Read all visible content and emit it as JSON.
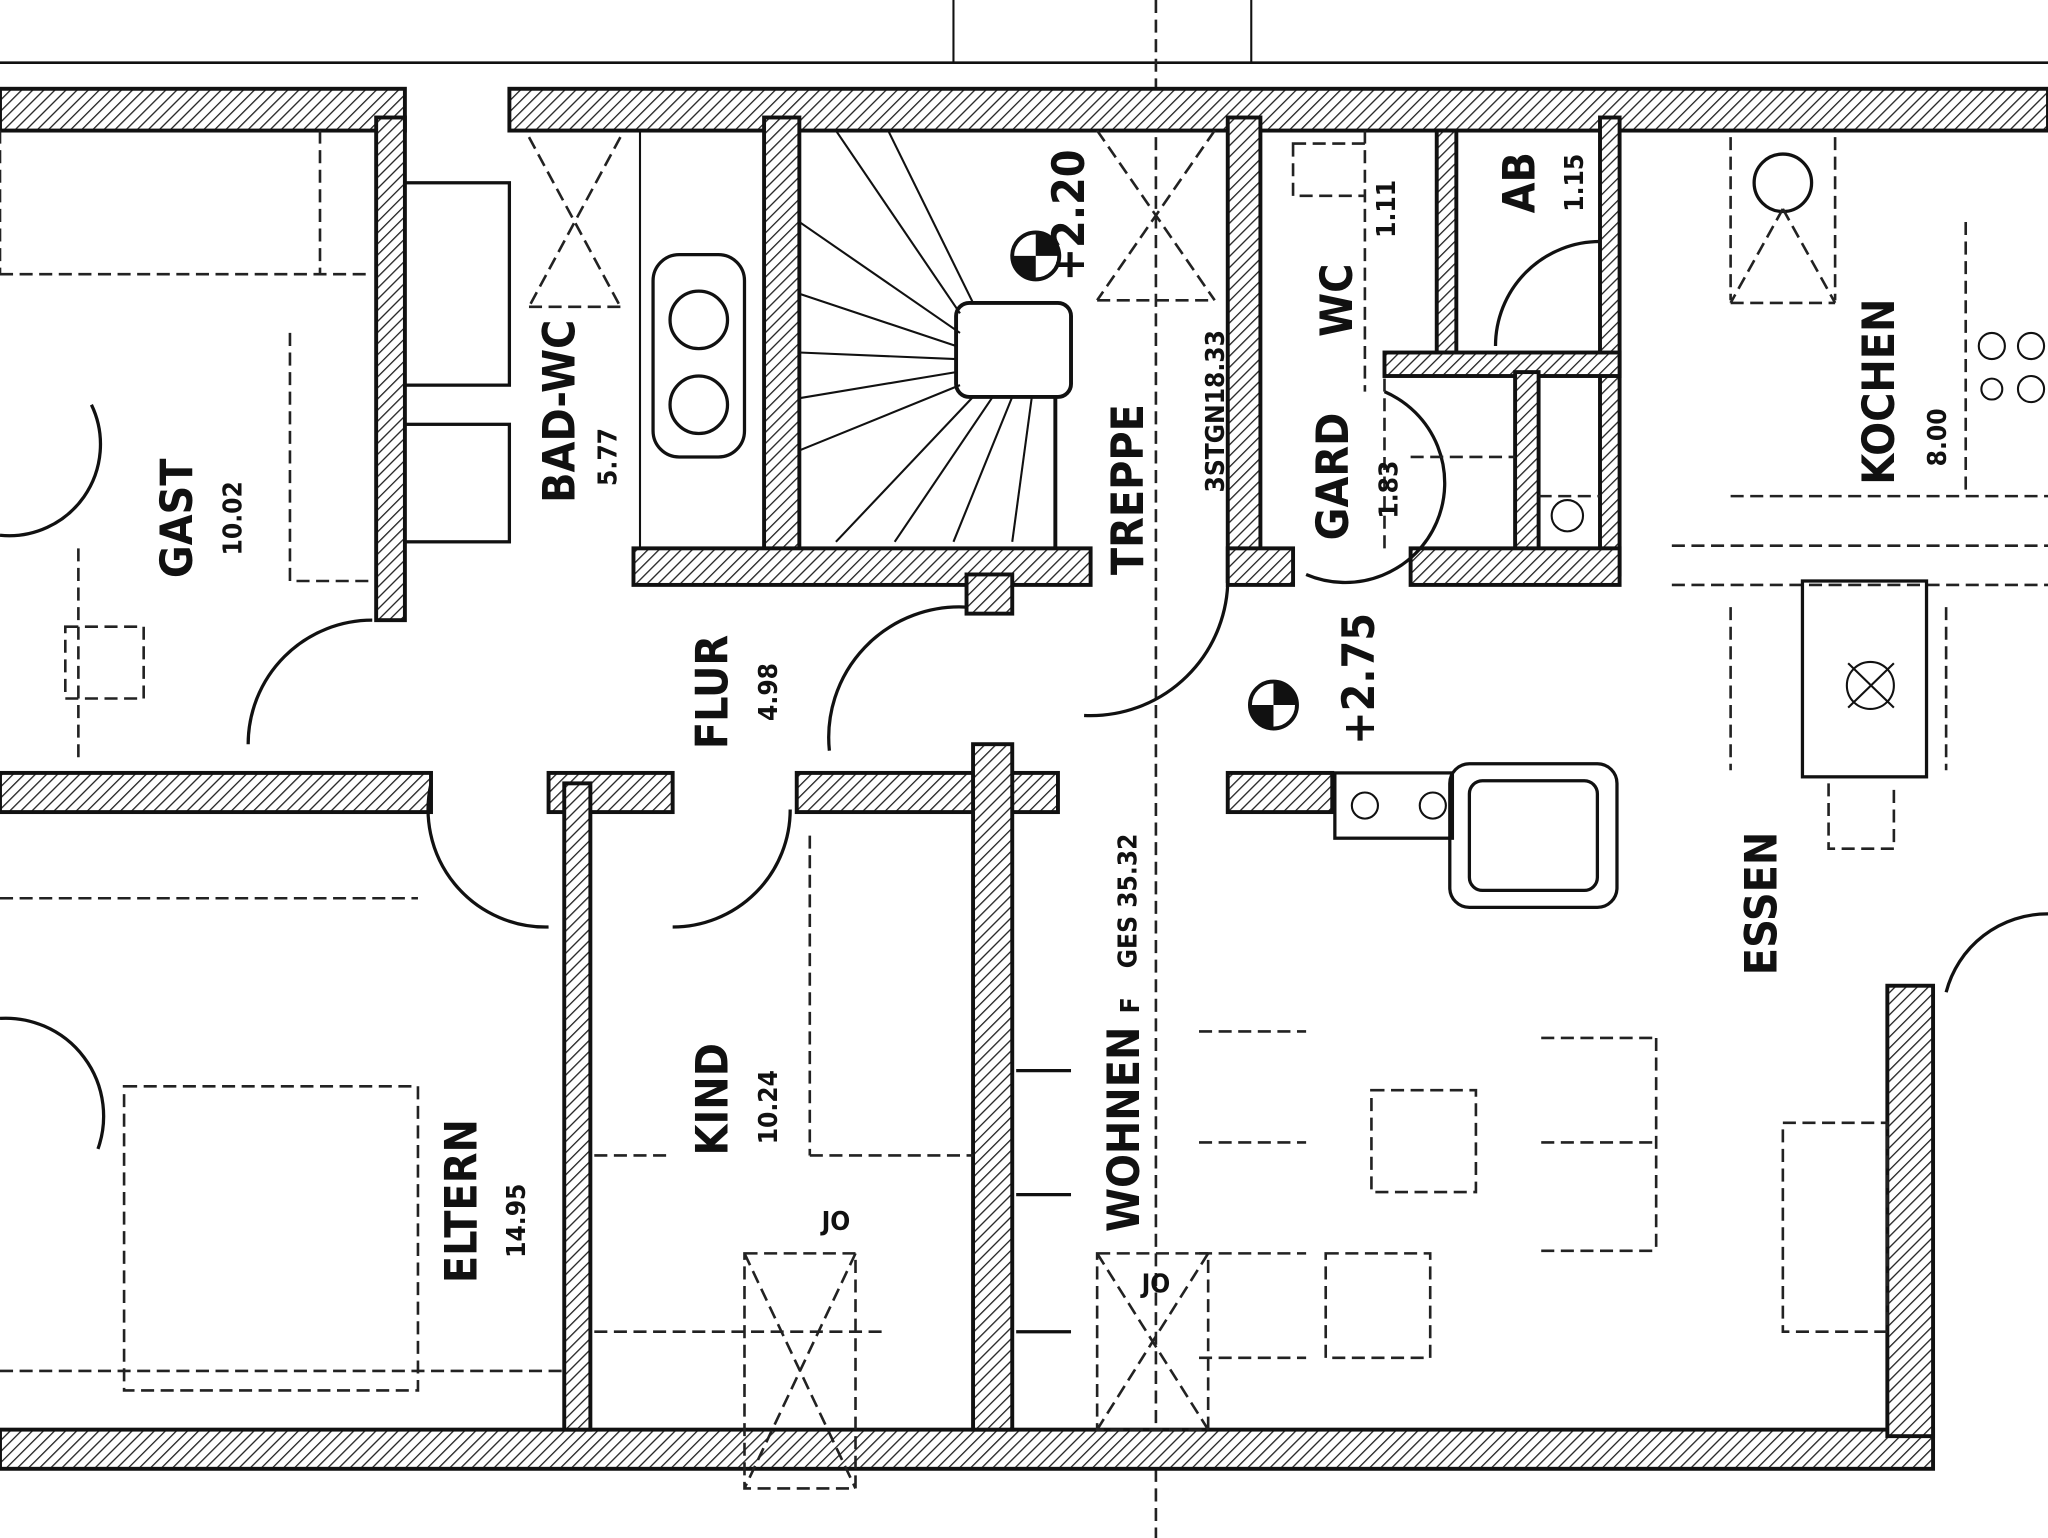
{
  "plan": {
    "rooms": [
      {
        "name": "GAST",
        "area": "10.02"
      },
      {
        "name": "BAD-WC",
        "area": "5.77"
      },
      {
        "name": "TREPPE",
        "area": "3STGN18.33"
      },
      {
        "name": "GARD",
        "area": "1.83"
      },
      {
        "name": "WC",
        "area": "1.11"
      },
      {
        "name": "AB",
        "area": "1.15"
      },
      {
        "name": "KOCHEN",
        "area": "8.00"
      },
      {
        "name": "FLUR",
        "area": "4.98"
      },
      {
        "name": "KIND",
        "area": "10.24"
      },
      {
        "name": "ELTERN",
        "area": "14.95"
      },
      {
        "name": "WOHNEN",
        "area": "GES 35.32",
        "prefix": "F"
      },
      {
        "name": "ESSEN"
      }
    ],
    "levels": [
      "+2.20",
      "+2.75"
    ],
    "markers": [
      "JO",
      "JO"
    ]
  },
  "colors": {
    "ink": "#111111",
    "paper": "#ffffff"
  }
}
